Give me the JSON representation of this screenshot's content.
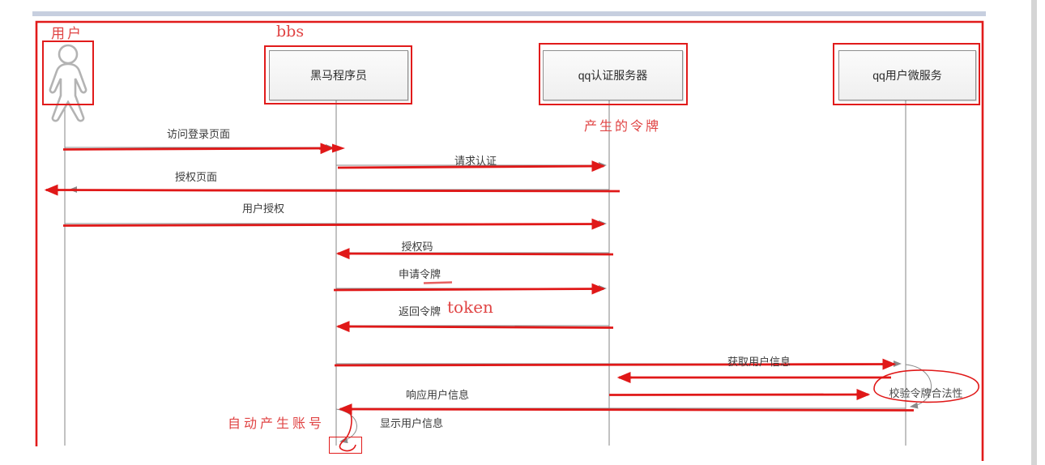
{
  "chrome": {
    "topbar": "horizontal-scrollbar",
    "vscroll": "vertical-scrollbar"
  },
  "annotations": {
    "user_label": "用户",
    "bbs_label": "bbs",
    "generated_token_label": "产生的令牌",
    "token_label": "token",
    "auto_account_label": "自动产生账号"
  },
  "actors": [
    {
      "name": "黑马程序员"
    },
    {
      "name": "qq认证服务器"
    },
    {
      "name": "qq用户微服务"
    }
  ],
  "messages": [
    {
      "label": "访问登录页面"
    },
    {
      "label": "请求认证"
    },
    {
      "label": "授权页面"
    },
    {
      "label": "用户授权"
    },
    {
      "label": "授权码"
    },
    {
      "label": "申请令牌"
    },
    {
      "label": "返回令牌"
    },
    {
      "label": "获取用户信息"
    },
    {
      "label": "校验令牌合法性"
    },
    {
      "label": "响应用户信息"
    },
    {
      "label": "显示用户信息"
    }
  ],
  "colors": {
    "annotation_red": "#e11b1b",
    "red_text": "#e04444",
    "diagram_gray": "#8a8a8a",
    "lifeline_gray": "#9a9a9a",
    "box_fill": "#f5f5f5",
    "topbar": "#c7cfdf",
    "scrollbar": "#d5d5d5"
  }
}
